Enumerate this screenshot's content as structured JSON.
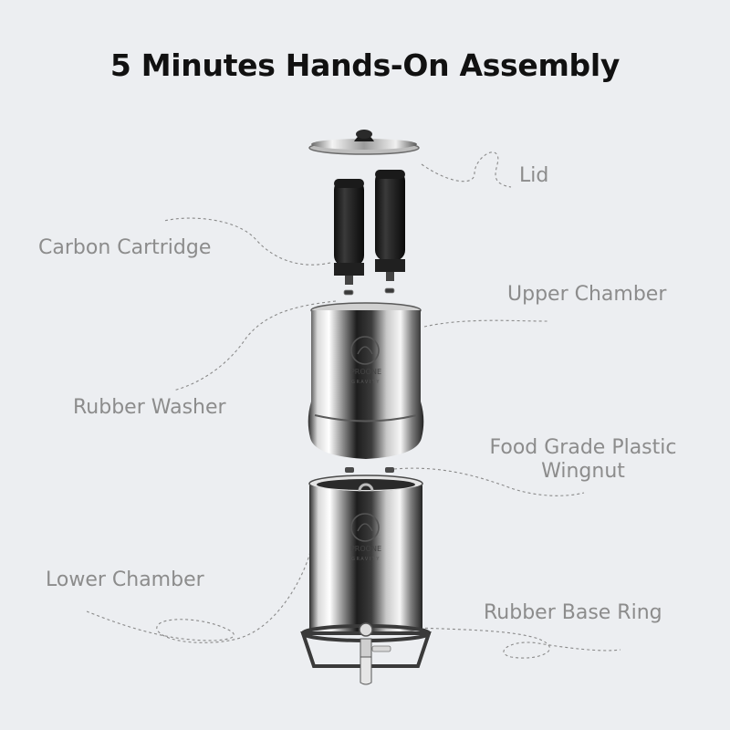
{
  "title": "5 Minutes Hands-On Assembly",
  "labels": {
    "lid": "Lid",
    "carbon_cartridge": "Carbon Cartridge",
    "upper_chamber": "Upper Chamber",
    "rubber_washer": "Rubber Washer",
    "wingnut_line1": "Food Grade Plastic",
    "wingnut_line2": "Wingnut",
    "lower_chamber": "Lower Chamber",
    "rubber_base_ring": "Rubber Base Ring"
  },
  "brand": {
    "name": "PROONE",
    "sub": "GRAVITY"
  },
  "colors": {
    "background": "#eceef1",
    "title": "#111111",
    "label": "#8c8c8c",
    "leader_line": "#8a8a8a"
  }
}
